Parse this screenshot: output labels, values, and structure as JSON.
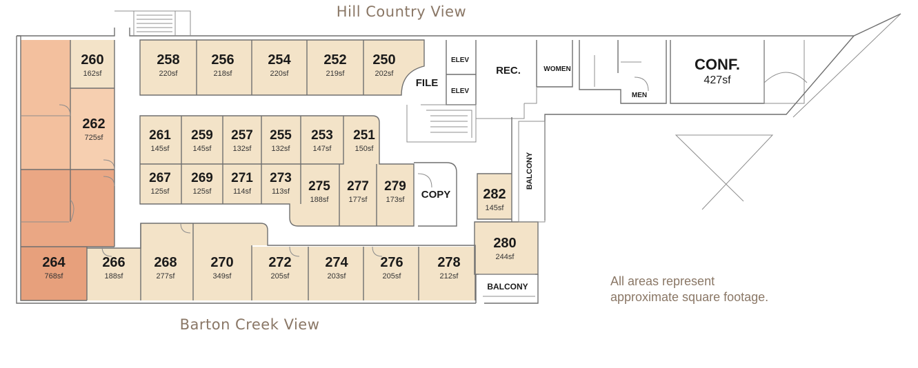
{
  "views": {
    "top": "Hill Country View",
    "bottom": "Barton Creek View"
  },
  "note": {
    "line1": "All areas represent",
    "line2": "approximate square footage."
  },
  "colors": {
    "suite_light": "#f3e3c8",
    "suite_peach": "#f6cfb0",
    "suite_orange": "#eaa784",
    "wall": "#6f6f6f",
    "title": "#8a7766"
  },
  "suites": [
    {
      "number": "260",
      "area": "162sf"
    },
    {
      "number": "258",
      "area": "220sf"
    },
    {
      "number": "256",
      "area": "218sf"
    },
    {
      "number": "254",
      "area": "220sf"
    },
    {
      "number": "252",
      "area": "219sf"
    },
    {
      "number": "250",
      "area": "202sf"
    },
    {
      "number": "262",
      "area": "725sf"
    },
    {
      "number": "261",
      "area": "145sf"
    },
    {
      "number": "259",
      "area": "145sf"
    },
    {
      "number": "257",
      "area": "132sf"
    },
    {
      "number": "255",
      "area": "132sf"
    },
    {
      "number": "253",
      "area": "147sf"
    },
    {
      "number": "251",
      "area": "150sf"
    },
    {
      "number": "267",
      "area": "125sf"
    },
    {
      "number": "269",
      "area": "125sf"
    },
    {
      "number": "271",
      "area": "114sf"
    },
    {
      "number": "273",
      "area": "113sf"
    },
    {
      "number": "275",
      "area": "188sf"
    },
    {
      "number": "277",
      "area": "177sf"
    },
    {
      "number": "279",
      "area": "173sf"
    },
    {
      "number": "282",
      "area": "145sf"
    },
    {
      "number": "280",
      "area": "244sf"
    },
    {
      "number": "264",
      "area": "768sf"
    },
    {
      "number": "266",
      "area": "188sf"
    },
    {
      "number": "268",
      "area": "277sf"
    },
    {
      "number": "270",
      "area": "349sf"
    },
    {
      "number": "272",
      "area": "205sf"
    },
    {
      "number": "274",
      "area": "203sf"
    },
    {
      "number": "276",
      "area": "205sf"
    },
    {
      "number": "278",
      "area": "212sf"
    }
  ],
  "rooms": {
    "file": "FILE",
    "elev1": "ELEV",
    "elev2": "ELEV",
    "rec": "REC.",
    "women": "WOMEN",
    "men": "MEN",
    "conf": "CONF.",
    "conf_area": "427sf",
    "copy": "COPY",
    "balcony_vertical": "BALCONY",
    "balcony_bottom": "BALCONY"
  }
}
